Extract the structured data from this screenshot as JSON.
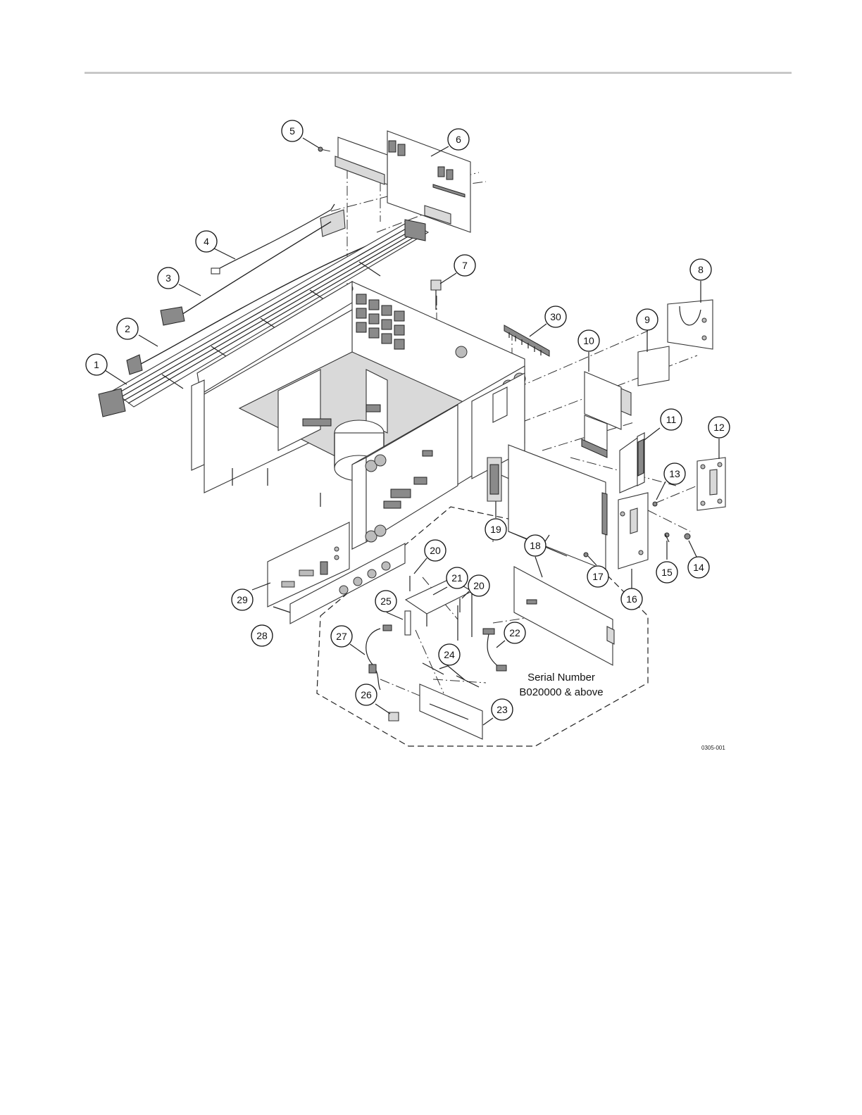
{
  "figure": {
    "serial_note_line1": "Serial Number",
    "serial_note_line2": "B020000 & above",
    "figure_code": "0305-001"
  },
  "callouts": [
    {
      "id": "1",
      "label": "1"
    },
    {
      "id": "2",
      "label": "2"
    },
    {
      "id": "3",
      "label": "3"
    },
    {
      "id": "4",
      "label": "4"
    },
    {
      "id": "5",
      "label": "5"
    },
    {
      "id": "6",
      "label": "6"
    },
    {
      "id": "7",
      "label": "7"
    },
    {
      "id": "8",
      "label": "8"
    },
    {
      "id": "9",
      "label": "9"
    },
    {
      "id": "10",
      "label": "10"
    },
    {
      "id": "11",
      "label": "11"
    },
    {
      "id": "12",
      "label": "12"
    },
    {
      "id": "13",
      "label": "13"
    },
    {
      "id": "14",
      "label": "14"
    },
    {
      "id": "15",
      "label": "15"
    },
    {
      "id": "16",
      "label": "16"
    },
    {
      "id": "17",
      "label": "17"
    },
    {
      "id": "18",
      "label": "18"
    },
    {
      "id": "19",
      "label": "19"
    },
    {
      "id": "20a",
      "label": "20"
    },
    {
      "id": "20b",
      "label": "20"
    },
    {
      "id": "21",
      "label": "21"
    },
    {
      "id": "22",
      "label": "22"
    },
    {
      "id": "23",
      "label": "23"
    },
    {
      "id": "24",
      "label": "24"
    },
    {
      "id": "25",
      "label": "25"
    },
    {
      "id": "26",
      "label": "26"
    },
    {
      "id": "27",
      "label": "27"
    },
    {
      "id": "28",
      "label": "28"
    },
    {
      "id": "29",
      "label": "29"
    },
    {
      "id": "30",
      "label": "30"
    }
  ]
}
